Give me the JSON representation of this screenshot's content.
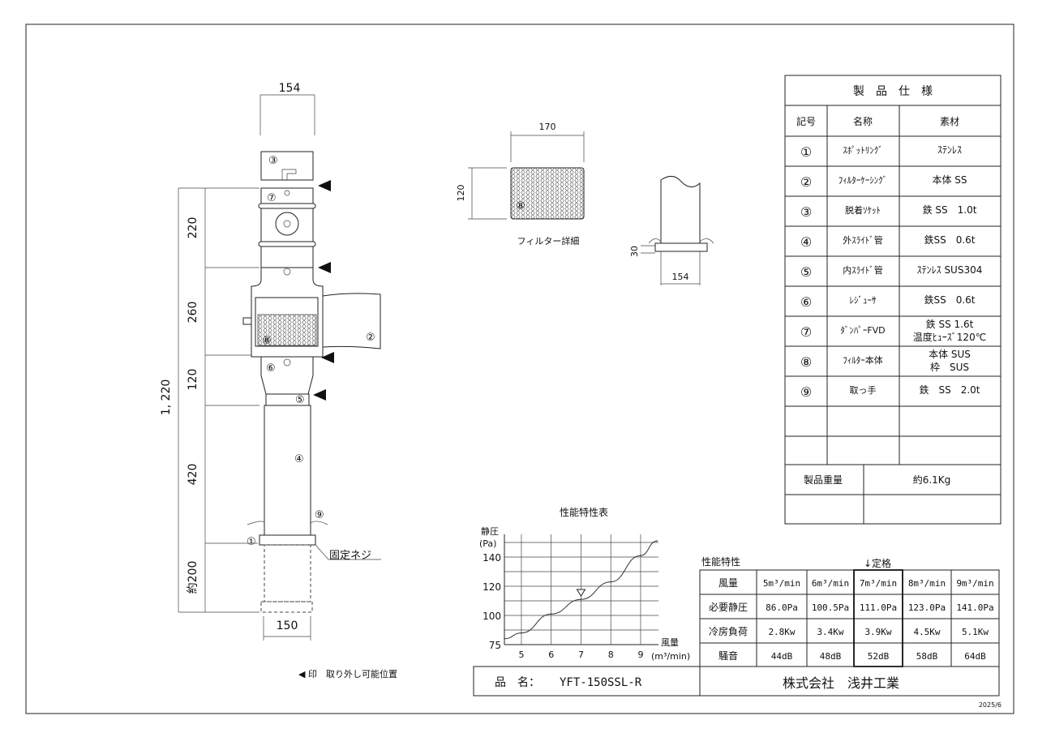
{
  "drawing": {
    "top_width": "154",
    "bottom_width": "150",
    "overall_height": "1, 220",
    "segments": [
      "220",
      "260",
      "120",
      "420",
      "約200"
    ],
    "fixing_screw": "固定ネジ",
    "legend": "◀ 印　取り外し可能位置",
    "callouts": [
      "①",
      "②",
      "③",
      "④",
      "⑤",
      "⑥",
      "⑦",
      "⑧",
      "⑨"
    ],
    "filter_detail": {
      "width": "170",
      "height": "120",
      "label": "⑧",
      "caption": "フィルター詳細"
    },
    "side_detail": {
      "flange": "30",
      "width": "154"
    },
    "date": "2025/6"
  },
  "spec_table": {
    "title": "製　品　仕　様",
    "headers": [
      "記号",
      "名称",
      "素材"
    ],
    "rows": [
      {
        "mark": "①",
        "name": "ｽﾎﾟｯﾄﾘﾝｸﾞ",
        "material": [
          "ｽﾃﾝﾚｽ"
        ]
      },
      {
        "mark": "②",
        "name": "ﾌｨﾙﾀｰｹｰｼﾝｸﾞ",
        "material": [
          "本体 SS"
        ]
      },
      {
        "mark": "③",
        "name": "脱着ｿｹｯﾄ",
        "material": [
          "鉄 SS　1.0t"
        ]
      },
      {
        "mark": "④",
        "name": "外ｽﾗｲﾄﾞ管",
        "material": [
          "鉄SS　0.6t"
        ]
      },
      {
        "mark": "⑤",
        "name": "内ｽﾗｲﾄﾞ管",
        "material": [
          "ｽﾃﾝﾚｽ SUS304"
        ]
      },
      {
        "mark": "⑥",
        "name": "ﾚｼﾞｭｰｻ",
        "material": [
          "鉄SS　0.6t"
        ]
      },
      {
        "mark": "⑦",
        "name": "ﾀﾞﾝﾊﾟｰFVD",
        "material": [
          "鉄 SS 1.6t",
          "温度ﾋｭｰｽﾞ120℃"
        ]
      },
      {
        "mark": "⑧",
        "name": "ﾌｨﾙﾀｰ本体",
        "material": [
          "本体 SUS",
          "枠　SUS"
        ]
      },
      {
        "mark": "⑨",
        "name": "取っ手",
        "material": [
          "鉄　SS　2.0t"
        ]
      }
    ],
    "weight_label": "製品重量",
    "weight_value": "約6.1Kg"
  },
  "performance_table": {
    "title": "性能特性",
    "rated_marker": "↓定格",
    "row_headers": [
      "風量",
      "必要静圧",
      "冷房負荷",
      "騒音"
    ],
    "columns": [
      [
        "5m³/min",
        "86.0Pa",
        "2.8Kw",
        "44dB"
      ],
      [
        "6m³/min",
        "100.5Pa",
        "3.4Kw",
        "48dB"
      ],
      [
        "7m³/min",
        "111.0Pa",
        "3.9Kw",
        "52dB"
      ],
      [
        "8m³/min",
        "123.0Pa",
        "4.5Kw",
        "58dB"
      ],
      [
        "9m³/min",
        "141.0Pa",
        "5.1Kw",
        "64dB"
      ]
    ]
  },
  "title_block": {
    "product_label": "品　名：",
    "product_name": "YFT-150SSL-R",
    "company": "株式会社　浅井工業"
  },
  "chart_data": {
    "type": "line",
    "title": "性能特性表",
    "ylabel": "静圧",
    "yunit": "(Pa)",
    "xlabel": "風量",
    "xunit": "(m³/min)",
    "xlim": [
      4.43,
      9.6
    ],
    "ylim": [
      80,
      150
    ],
    "xticks": [
      5,
      6,
      7,
      8,
      9
    ],
    "yticks": [
      {
        "value": 80,
        "label": "75"
      },
      {
        "value": 100,
        "label": "100"
      },
      {
        "value": 120,
        "label": "120"
      },
      {
        "value": 140,
        "label": "140"
      }
    ],
    "grid": true,
    "series": [
      {
        "name": "静圧",
        "x": [
          4.43,
          5,
          6,
          7,
          8,
          9,
          9.55
        ],
        "y": [
          84,
          88,
          101,
          111,
          123,
          141,
          151
        ]
      }
    ],
    "rated_point": {
      "x": 7,
      "y": 115
    }
  }
}
